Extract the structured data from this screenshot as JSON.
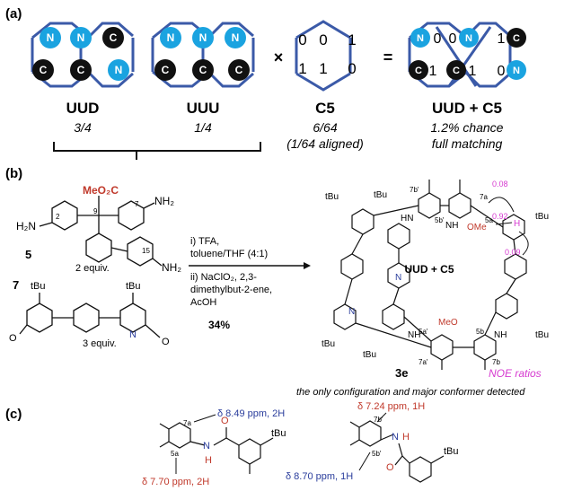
{
  "panel_a": {
    "label": "(a)",
    "times": "×",
    "equals": "=",
    "atom_n": "N",
    "atom_c": "C",
    "uud_name": "UUD",
    "uud_fraction": "3/4",
    "uuu_name": "UUU",
    "uuu_fraction": "1/4",
    "c5_name": "C5",
    "c5_top_digits": [
      "0",
      "0",
      "1"
    ],
    "c5_bottom_digits": [
      "1",
      "1",
      "0"
    ],
    "c5_fraction": "6/64",
    "c5_aligned": "(1/64 aligned)",
    "result_name": "UUD + C5",
    "result_top_digits": [
      "0",
      "0",
      "1"
    ],
    "result_bottom_digits": [
      "1",
      "1",
      "0"
    ],
    "result_chance": "1.2% chance",
    "result_full": "full matching"
  },
  "panel_b": {
    "label": "(b)",
    "compound5_num": "5",
    "compound5_equiv": "2 equiv.",
    "ester_label": "MeO₂C",
    "amine_label": "NH₂",
    "amine_left": "H₂N",
    "pos_labels": [
      "2",
      "9",
      "7",
      "15"
    ],
    "compound7_num": "7",
    "compound7_equiv": "3 equiv.",
    "tbu_label": "tBu",
    "aldehyde_label": "O",
    "pyridine_n": "N",
    "step1": "i) TFA,",
    "step1b": "toluene/THF (4:1)",
    "step2": "ii) NaClO₂, 2,3-",
    "step2b": "dimethylbut-2-ene,",
    "step2c": "AcOH",
    "yield": "34%",
    "product_label": "3e",
    "product_center": "UUD + C5",
    "noe_ratios": [
      "0.08",
      "0.92",
      "0.09"
    ],
    "noe_legend": "NOE ratios",
    "ome_label": "OMe",
    "meo_label": "MeO",
    "nh_label": "NH",
    "hn_label": "HN",
    "h_label": "H",
    "proton_labels": [
      "7b'",
      "5b'",
      "7a",
      "5a",
      "5b",
      "5a'",
      "7a'",
      "7b"
    ],
    "caption": "the only configuration and major conformer detected"
  },
  "panel_c": {
    "label": "(c)",
    "left_top_shift": "δ 8.49 ppm, 2H",
    "left_bottom_shift": "δ 7.70 ppm, 2H",
    "left_labels": [
      "7a",
      "5a"
    ],
    "right_top_shift": "δ 7.24 ppm, 1H",
    "right_bottom_shift": "δ 8.70 ppm, 1H",
    "right_labels": [
      "7b'",
      "5b'"
    ],
    "n_label": "N",
    "h_label": "H",
    "o_label": "O",
    "tbu_label": "tBu"
  },
  "colors": {
    "n_ball": "#1aa3e0",
    "c_ball": "#111111",
    "frame_blue": "#3b5aa8",
    "red": "#c0392b",
    "magenta": "#d63ad0",
    "blue_text": "#2a3d9c"
  }
}
